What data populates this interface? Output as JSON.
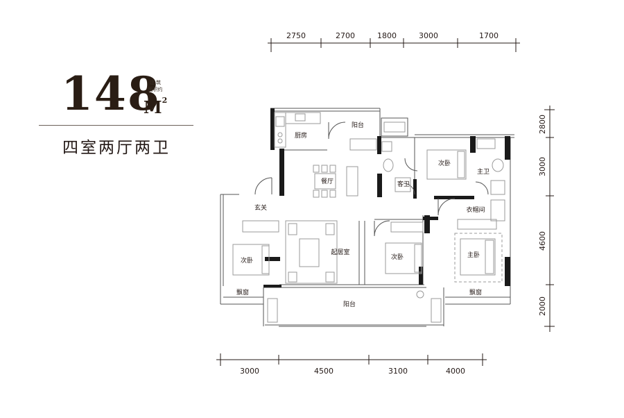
{
  "header": {
    "area_value": "148",
    "area_caption": "建 筑\n面积约",
    "area_unit": "M",
    "area_unit_sup": "2",
    "layout_title": "四室两厅两卫"
  },
  "dimensions": {
    "top": [
      "2750",
      "2700",
      "1800",
      "3000",
      "1700"
    ],
    "bottom": [
      "3000",
      "4500",
      "3100",
      "4000"
    ],
    "right": [
      "2800",
      "3000",
      "4600",
      "2000"
    ]
  },
  "rooms": {
    "kitchen": "厨房",
    "balcony_north": "阳台",
    "dining": "餐厅",
    "guest_bath": "客卫",
    "bedroom_north": "次卧",
    "master_bath": "主卫",
    "foyer": "玄关",
    "closet": "衣帽间",
    "living": "起居室",
    "bedroom_west": "次卧",
    "bedroom_middle": "次卧",
    "master_bedroom": "主卧",
    "bay_window_left": "飘窗",
    "bay_window_right": "飘窗",
    "balcony_south": "阳台"
  },
  "colors": {
    "wall": "#1a1a1a",
    "line": "#555555",
    "furniture": "#9a9a9a"
  }
}
